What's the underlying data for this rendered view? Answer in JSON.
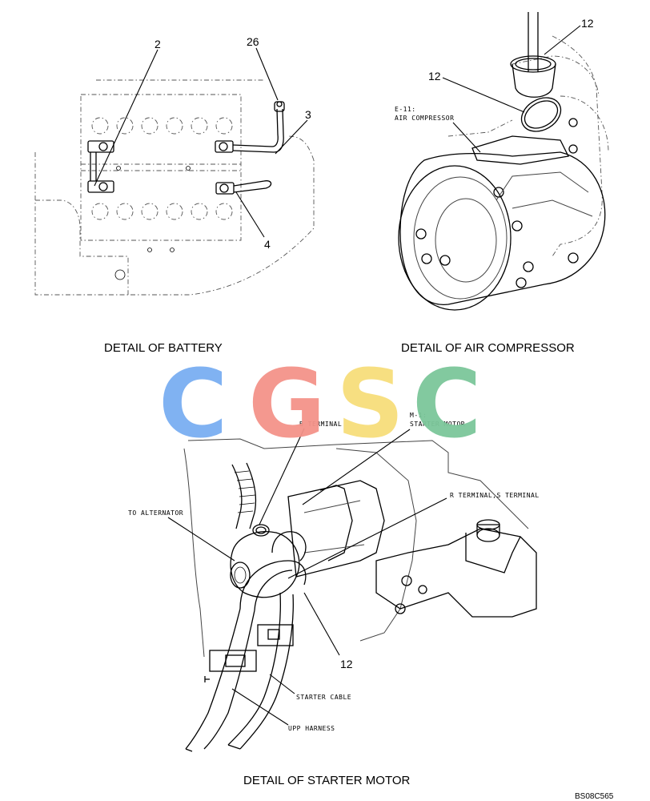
{
  "callouts": {
    "battery": {
      "n2": "2",
      "n26": "26",
      "n3": "3",
      "n4": "4"
    },
    "compressor": {
      "n12a": "12",
      "n12b": "12"
    },
    "starter": {
      "n12": "12"
    }
  },
  "labels": {
    "e11_line1": "E-11:",
    "e11_line2": "AIR COMPRESSOR",
    "m1_line1": "M-1:",
    "m1_line2": "STARTER MOTOR",
    "b_terminal": "B TERMINAL",
    "to_alternator": "TO ALTERNATOR",
    "r_s_terminal": "R TERMINAL,S TERMINAL",
    "starter_cable": "STARTER CABLE",
    "upp_harness": "UPP HARNESS"
  },
  "captions": {
    "battery": "DETAIL OF BATTERY",
    "compressor": "DETAIL OF AIR COMPRESSOR",
    "starter": "DETAIL OF STARTER MOTOR"
  },
  "reference": "BS08C565",
  "watermark": {
    "letters": [
      "C",
      "G",
      "S",
      "C"
    ],
    "colors": [
      "#7aaef2",
      "#f4938a",
      "#f7de7b",
      "#7cc79a"
    ]
  }
}
